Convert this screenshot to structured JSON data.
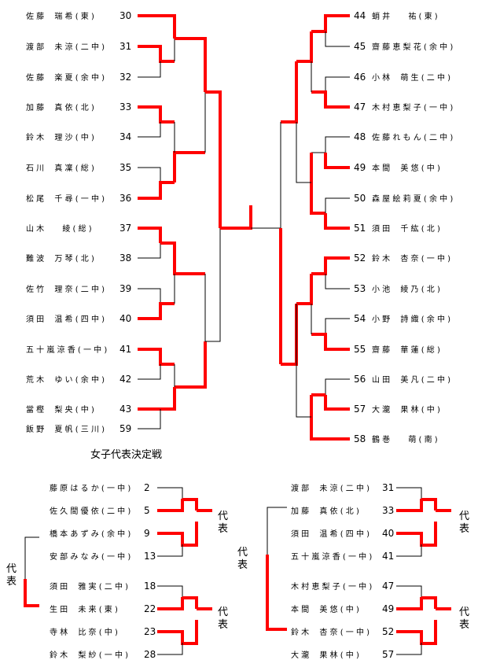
{
  "colors": {
    "winner": "#ff0000",
    "line": "#000000",
    "background": "#ffffff"
  },
  "main_bracket": {
    "left": [
      {
        "seed": "30",
        "name": "佐 藤　 瑞 希 ( 東 )"
      },
      {
        "seed": "31",
        "name": "渡 部　 未 涼 ( 二 中 )"
      },
      {
        "seed": "32",
        "name": "佐 藤　 楽 夏 ( 余 中 )"
      },
      {
        "seed": "33",
        "name": "加 藤　 真 依 ( 北 )"
      },
      {
        "seed": "34",
        "name": "鈴 木　 理 沙 ( 中 )"
      },
      {
        "seed": "35",
        "name": "石 川　 真 凜 ( 総 )"
      },
      {
        "seed": "36",
        "name": "松 尾　 千 尋 ( 一 中 )"
      },
      {
        "seed": "37",
        "name": "山 木　　 綾 ( 総 )"
      },
      {
        "seed": "38",
        "name": "難 波　 万 琴 ( 北 )"
      },
      {
        "seed": "39",
        "name": "佐 竹　 理 奈 ( 二 中 )"
      },
      {
        "seed": "40",
        "name": "須 田　 温 希 ( 四 中 )"
      },
      {
        "seed": "41",
        "name": "五 十 嵐 涼 香 ( 一 中 )"
      },
      {
        "seed": "42",
        "name": "荒 木　 ゆ い ( 余 中 )"
      },
      {
        "seed": "43",
        "name": "當 樫　 梨 央 ( 中 )"
      },
      {
        "seed": "59",
        "name": "飯 野　 夏 帆 ( 三 川 )"
      }
    ],
    "right": [
      {
        "seed": "44",
        "name": "蛸 井　　 祐 ( 東 )"
      },
      {
        "seed": "45",
        "name": "齋 藤 恵 梨 花 ( 余 中 )"
      },
      {
        "seed": "46",
        "name": "小 林　 萌 生 ( 二 中 )"
      },
      {
        "seed": "47",
        "name": "木 村 恵 梨 子 ( 一 中 )"
      },
      {
        "seed": "48",
        "name": "佐 藤 れ も ん ( 二 中 )"
      },
      {
        "seed": "49",
        "name": "本 間　 美 悠 ( 中 )"
      },
      {
        "seed": "50",
        "name": "森 屋 絵 莉 夏 ( 余 中 )"
      },
      {
        "seed": "51",
        "name": "須 田　 千 紘 ( 北 )"
      },
      {
        "seed": "52",
        "name": "鈴 木　 杏 奈 ( 一 中 )"
      },
      {
        "seed": "53",
        "name": "小 池　 綾 乃 ( 北 )"
      },
      {
        "seed": "54",
        "name": "小 野　 詩 織 ( 余 中 )"
      },
      {
        "seed": "55",
        "name": "齋 藤　 華 蓮 ( 総 )"
      },
      {
        "seed": "56",
        "name": "山 田　 美 凡 ( 二 中 )"
      },
      {
        "seed": "57",
        "name": "大 瀧　 果 林 ( 中 )"
      },
      {
        "seed": "58",
        "name": "鶴 巻　　 萌 ( 南 )"
      }
    ]
  },
  "playoff": {
    "title": "女子代表決定戦",
    "daihyo_label": "代表",
    "left": [
      {
        "seed": "2",
        "name": "藤 原 は る か ( 一 中 )"
      },
      {
        "seed": "5",
        "name": "佐 久 間 優 依 ( 二 中 )"
      },
      {
        "seed": "9",
        "name": "橋 本 あ ず み ( 余 中 )"
      },
      {
        "seed": "13",
        "name": "安 部 み な み ( 一 中 )"
      },
      {
        "seed": "18",
        "name": "須 田　 雅 実 ( 二 中 )"
      },
      {
        "seed": "22",
        "name": "生 田　 未 来 ( 東 )"
      },
      {
        "seed": "23",
        "name": "寺 林　 比 奈 ( 中 )"
      },
      {
        "seed": "28",
        "name": "鈴 木　 梨 紗 ( 一 中 )"
      }
    ],
    "right": [
      {
        "seed": "31",
        "name": "渡 部　 未 涼 ( 二 中 )"
      },
      {
        "seed": "33",
        "name": "加 藤　 真 依 ( 北 )"
      },
      {
        "seed": "40",
        "name": "須 田　 温 希 ( 四 中 )"
      },
      {
        "seed": "41",
        "name": "五 十 嵐 涼 香 ( 一 中 )"
      },
      {
        "seed": "47",
        "name": "木 村 恵 梨 子 ( 一 中 )"
      },
      {
        "seed": "49",
        "name": "本 間　 美 悠 ( 中 )"
      },
      {
        "seed": "52",
        "name": "鈴 木　 杏 奈 ( 一 中 )"
      },
      {
        "seed": "57",
        "name": "大 瀧　 果 林 ( 中 )"
      }
    ]
  }
}
